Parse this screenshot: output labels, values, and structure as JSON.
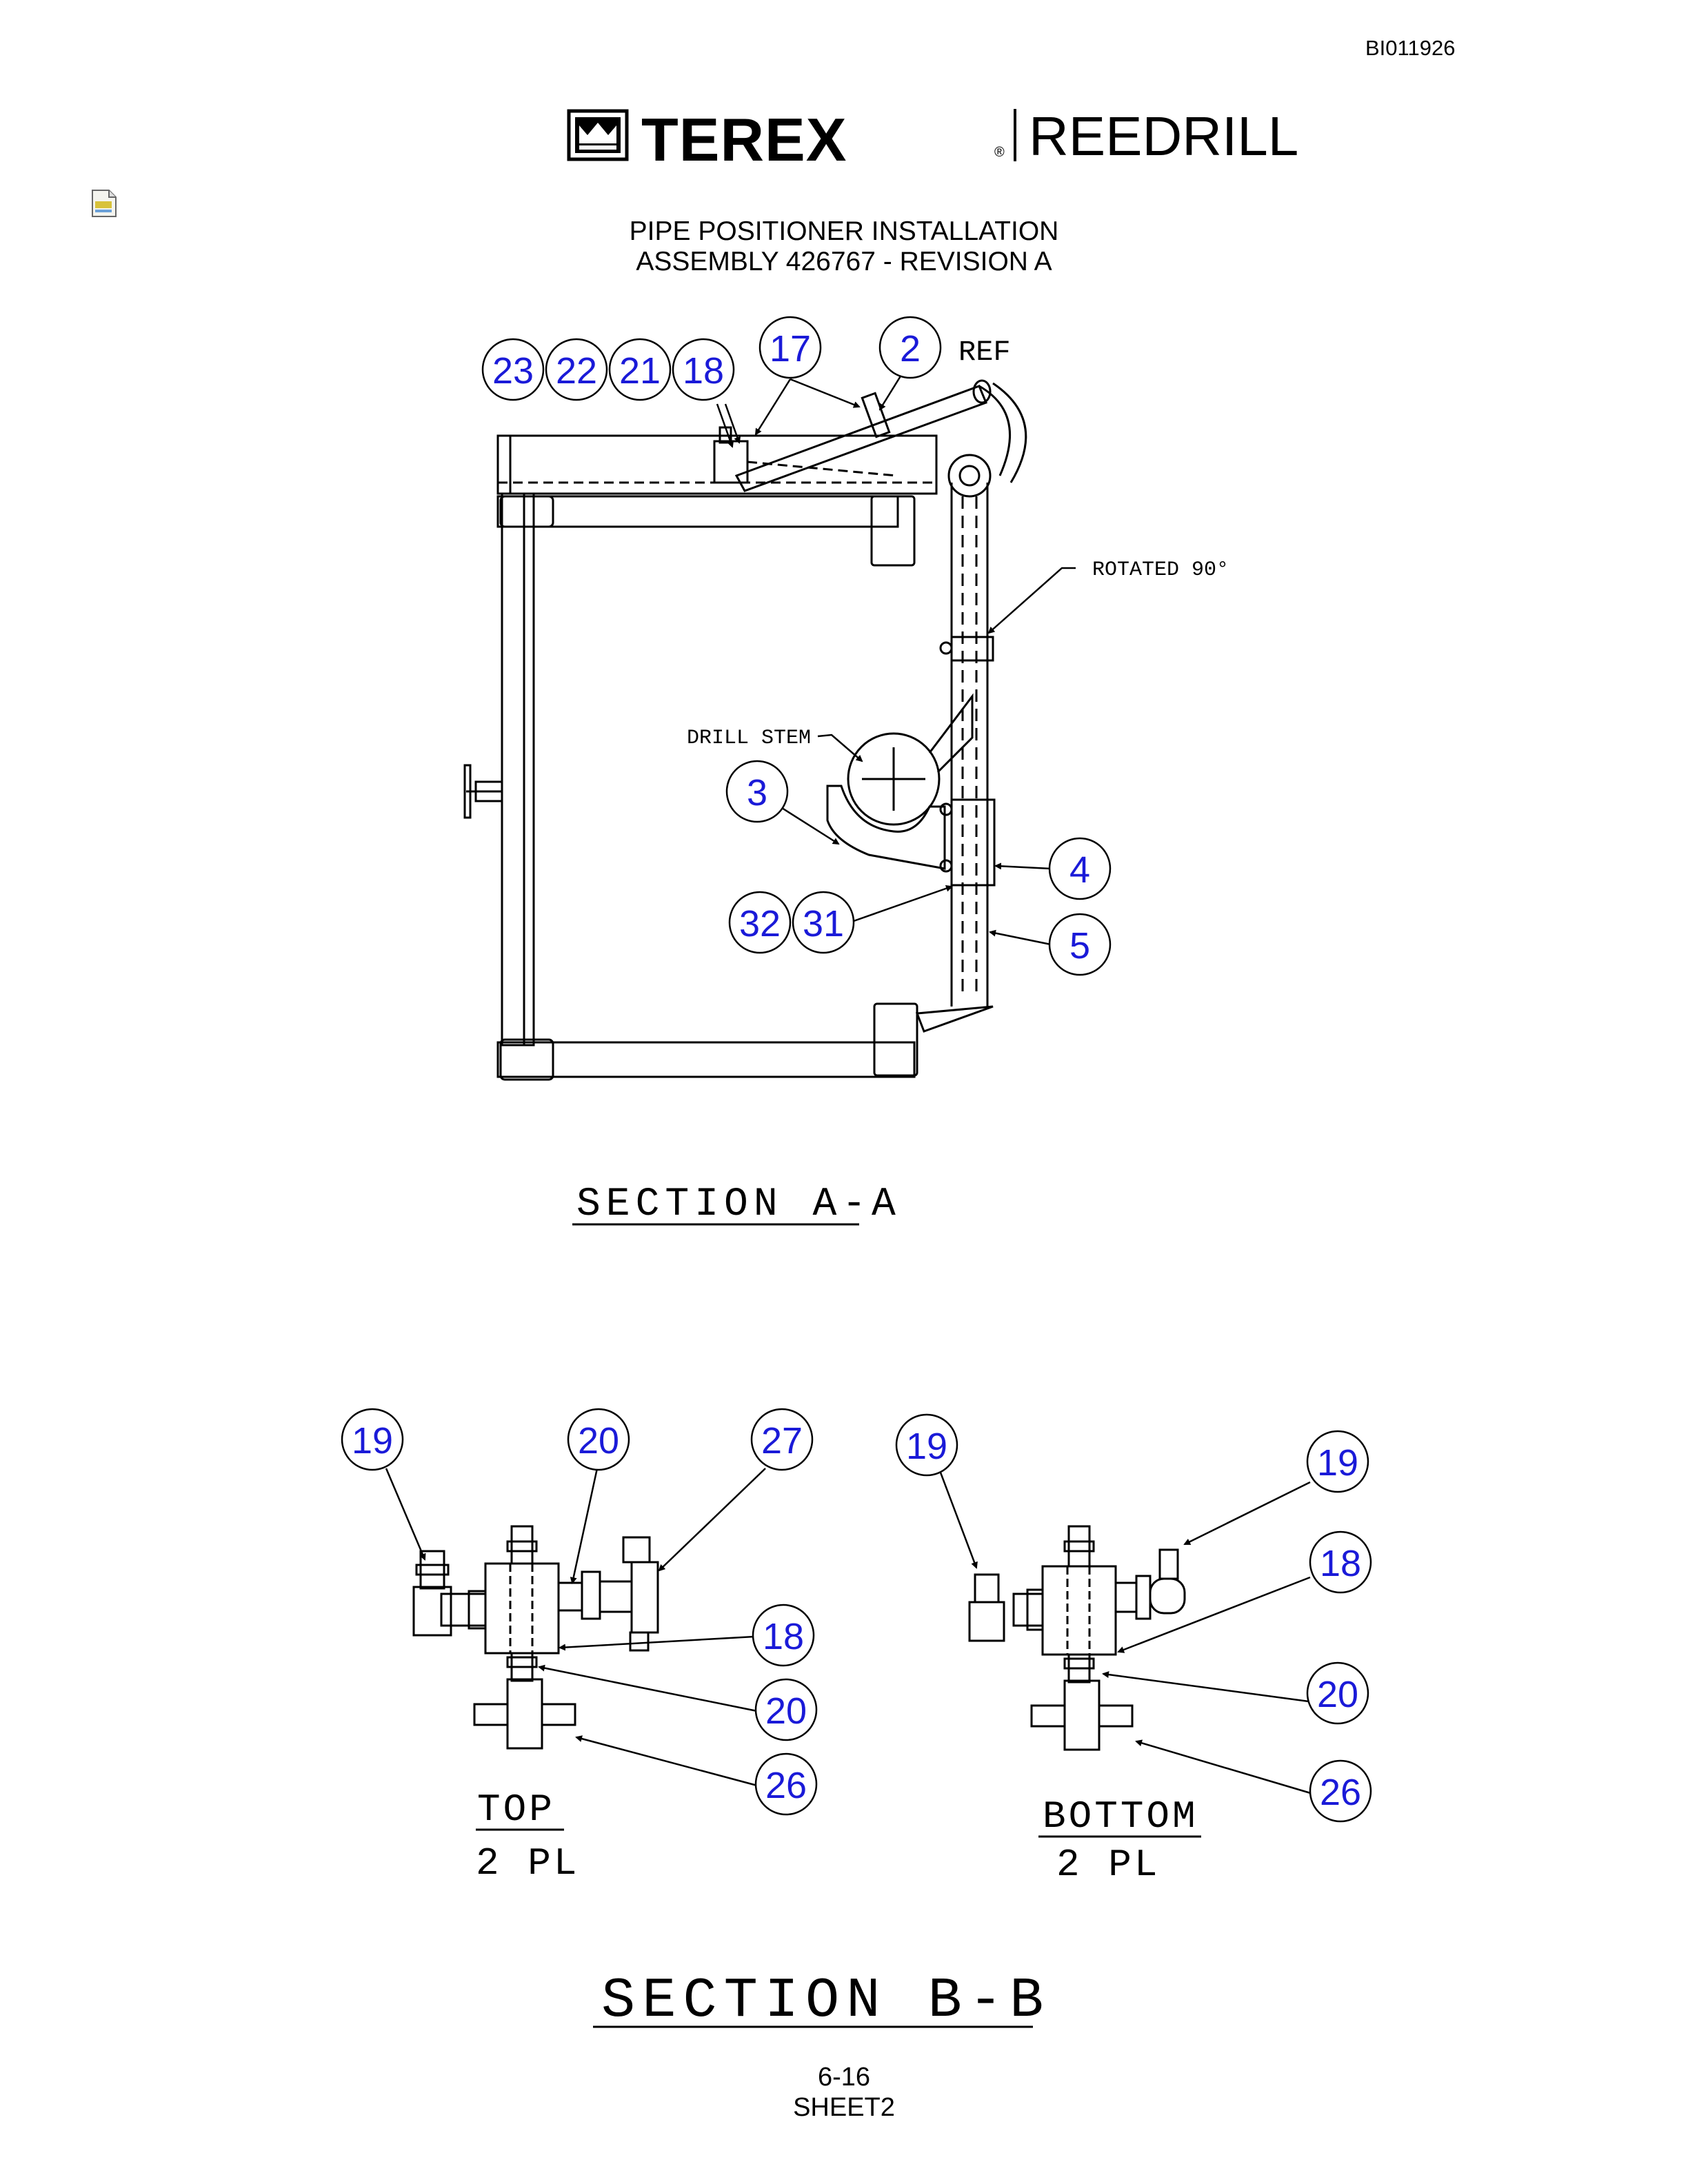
{
  "doc_id": "BI011926",
  "brand": {
    "name": "TEREX",
    "registered": "®",
    "sub": "REEDRILL"
  },
  "icons": {
    "file": "file-icon",
    "logo": "crown-logo-icon"
  },
  "title": {
    "line1": "PIPE POSITIONER INSTALLATION",
    "line2": "ASSEMBLY 426767 - REVISION A"
  },
  "section_a": {
    "caption": "SECTION A-A",
    "labels": {
      "ref": "REF",
      "rotated": "ROTATED 90°",
      "drill_stem": "DRILL STEM"
    },
    "callouts": [
      "23",
      "22",
      "21",
      "18",
      "17",
      "2",
      "3",
      "4",
      "32",
      "31",
      "5"
    ]
  },
  "section_b": {
    "caption": "SECTION B-B",
    "top": {
      "label": "TOP",
      "qty": "2 PL",
      "callouts": [
        "19",
        "20",
        "27",
        "18",
        "20",
        "26"
      ]
    },
    "bottom": {
      "label": "BOTTOM",
      "qty": "2 PL",
      "callouts": [
        "19",
        "19",
        "18",
        "20",
        "26"
      ]
    }
  },
  "footer": {
    "page": "6-16",
    "sheet": "SHEET2"
  },
  "colors": {
    "callout": "#1a1ad8",
    "line": "#000000"
  }
}
